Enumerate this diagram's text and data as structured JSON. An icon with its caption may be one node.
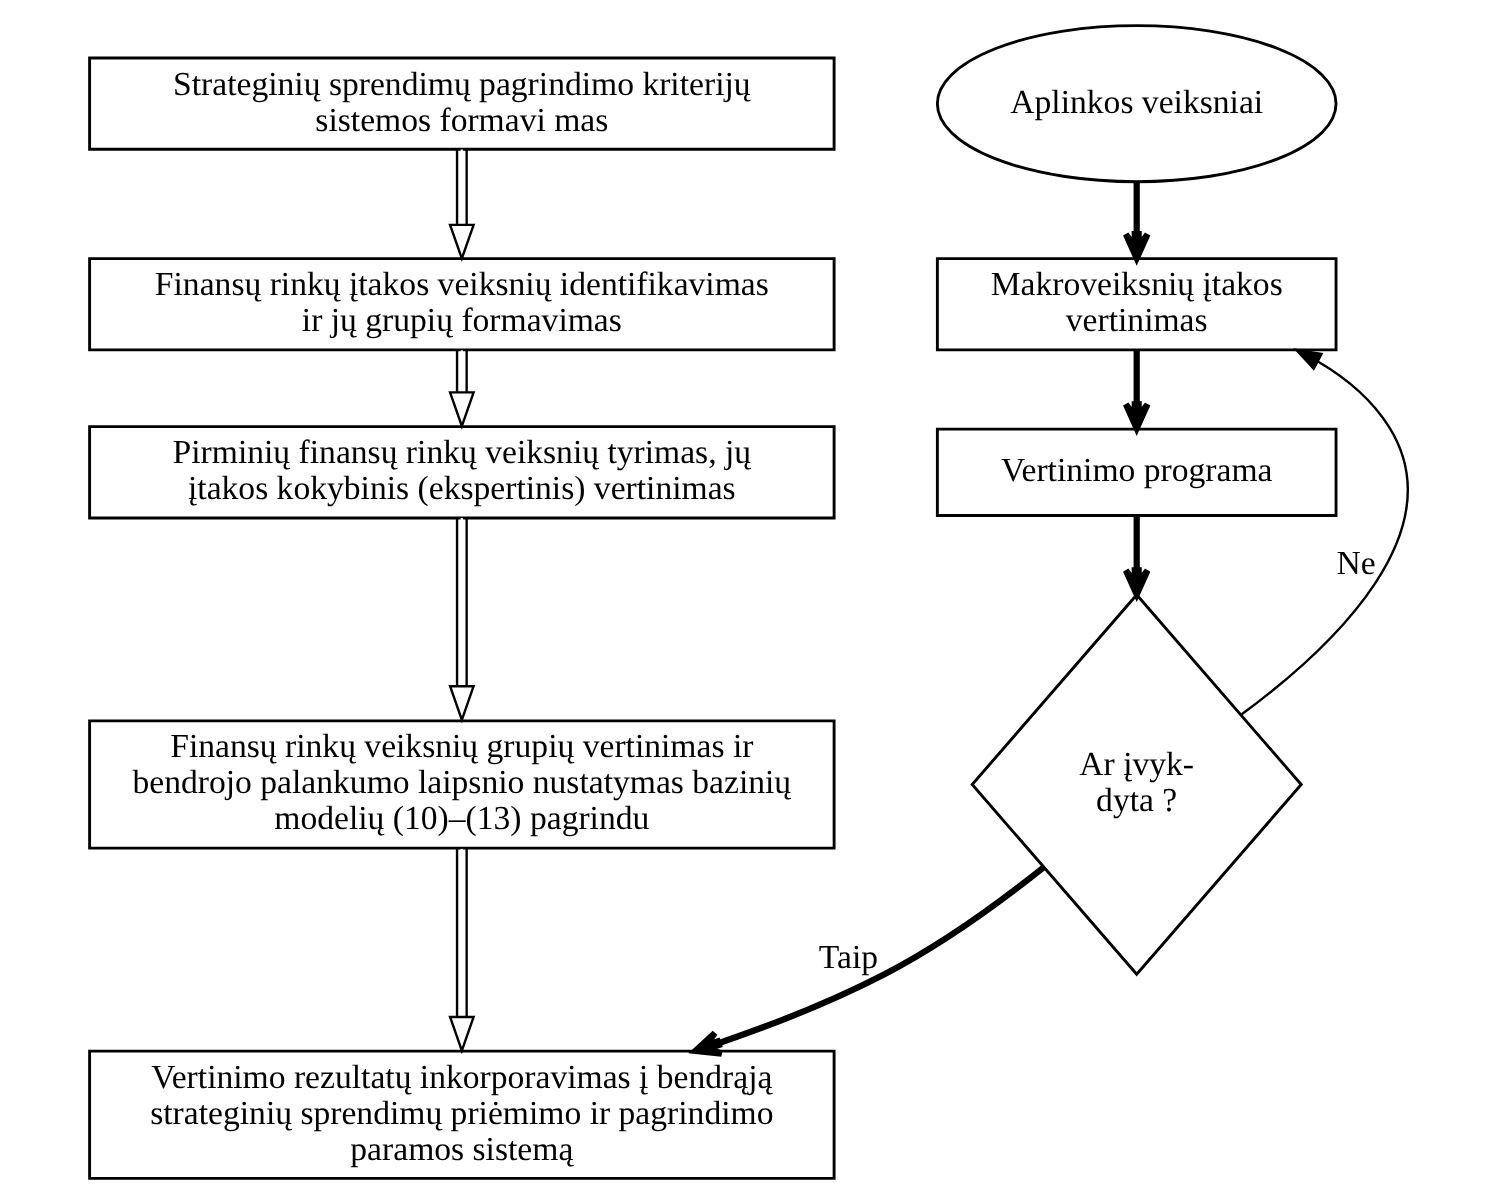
{
  "diagram": {
    "nodes": [
      {
        "text": [
          "Strateginių sprendimų pagrindimo kriterijų sistemos formavi mas"
        ]
      },
      {
        "text": [
          "Finansų rinkų įtakos veiksnių identifikavimas ir jų grupių formavimas"
        ]
      },
      {
        "text": [
          "Pirminių finansų rinkų veiksnių tyrimas, jų įtakos kokybinis (ekspertinis) vertinimas"
        ]
      },
      {
        "text": [
          "Finansų rinkų veiksnių grupių vertinimas ir bendrojo palankumo laipsnio nustatymas bazinių modelių (10)–(13) pagrindu"
        ]
      },
      {
        "text": [
          "Vertinimo rezultatų inkorporavimas į bendrąją strateginių sprendimų priėmimo ir pagrindimo paramos sistemą"
        ]
      },
      {
        "text": [
          "Aplinkos veiksniai"
        ]
      },
      {
        "text": [
          "Makroveiksnių įtakos vertinimas"
        ]
      },
      {
        "text": [
          "Vertinimo programa"
        ]
      },
      {
        "text": [
          "Ar įvyk- dyta ?"
        ]
      }
    ],
    "edges": [
      {
        "from": 0,
        "to": 1,
        "arrow": "to"
      },
      {
        "from": 1,
        "to": 2,
        "arrow": "to"
      },
      {
        "from": 2,
        "to": 3,
        "arrow": "to"
      },
      {
        "from": 3,
        "to": 4,
        "arrow": "to"
      },
      {
        "from": 5,
        "to": 6,
        "arrow": "to",
        "style": "thick"
      },
      {
        "from": 6,
        "to": 7,
        "arrow": "to",
        "style": "thick"
      },
      {
        "from": 7,
        "to": 8,
        "arrow": "to",
        "style": "thick"
      },
      {
        "from": 8,
        "to": 6,
        "arrow": "to",
        "label": "Ne"
      },
      {
        "from": 8,
        "to": 4,
        "arrow": "to",
        "label": "Taip",
        "style": "thick"
      }
    ]
  }
}
